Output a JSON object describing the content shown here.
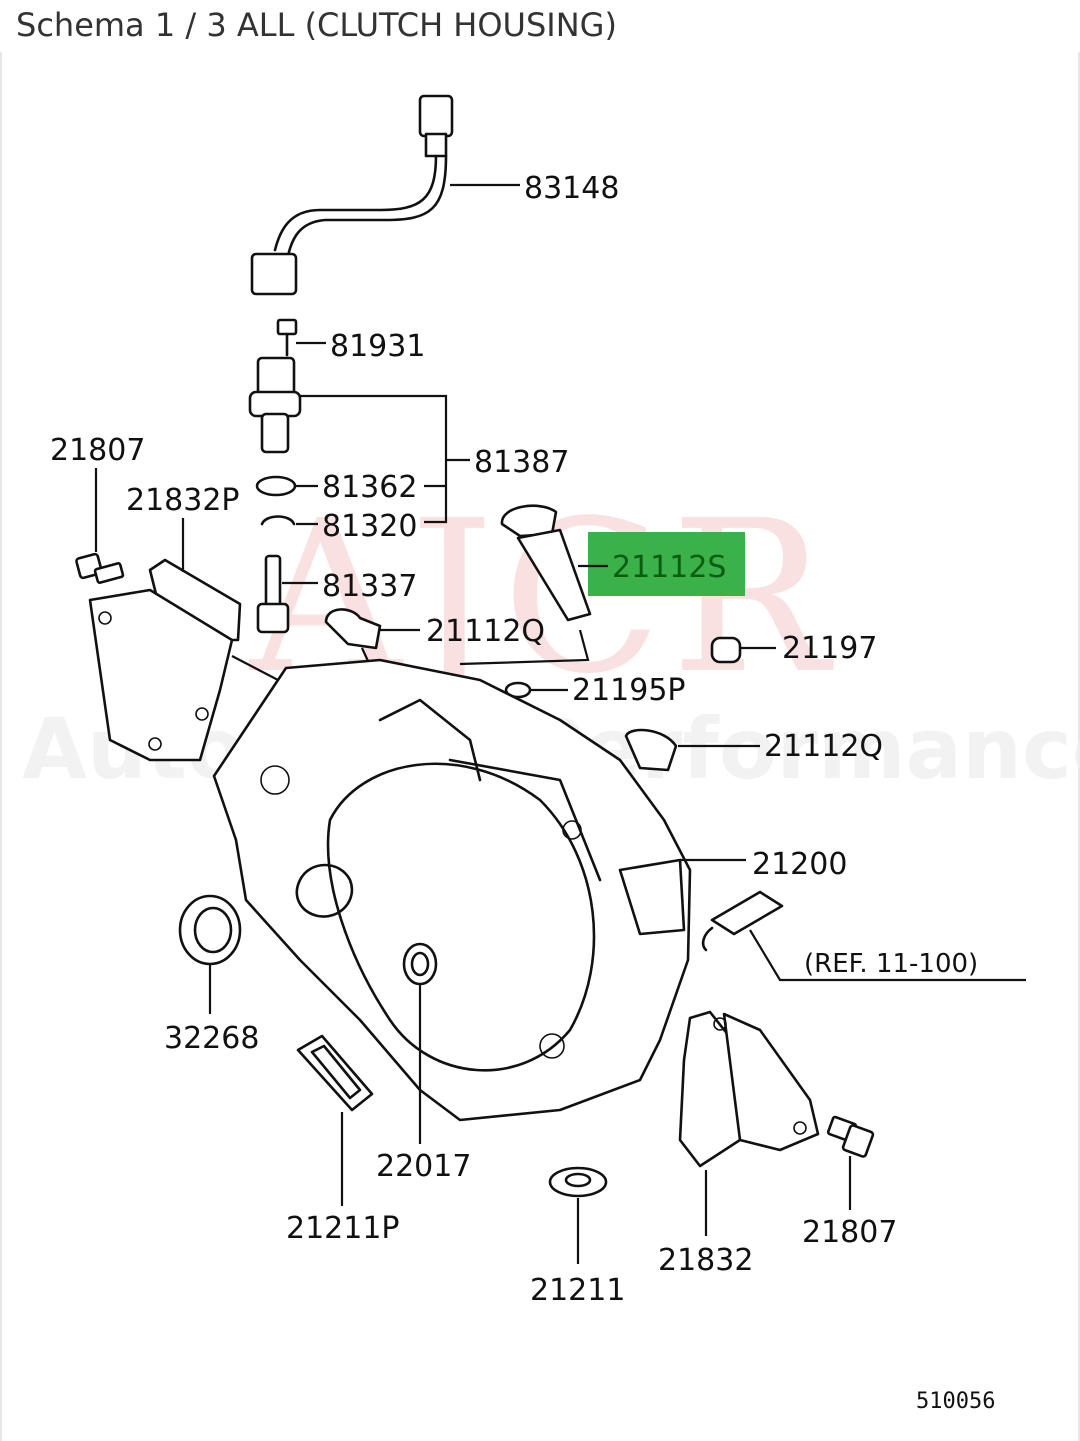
{
  "header": {
    "title": "Schema 1 / 3 ALL (CLUTCH HOUSING)"
  },
  "watermark": {
    "brand": "AJCR",
    "tagline": "Autoparts Performance"
  },
  "colors": {
    "highlight": "#3bb14a",
    "watermark": "#f6c9c9",
    "line": "#111111"
  },
  "parts": {
    "p83148": "83148",
    "p81931": "81931",
    "p21807_top": "21807",
    "p81387": "81387",
    "p21832P": "21832P",
    "p81362": "81362",
    "p81320": "81320",
    "p21112S": "21112S",
    "p81337": "81337",
    "p21112Q_top": "21112Q",
    "p21197": "21197",
    "p21195P": "21195P",
    "p21112Q_side": "21112Q",
    "p21200": "21200",
    "ref": "(REF. 11-100)",
    "p32268": "32268",
    "p22017": "22017",
    "p21211P": "21211P",
    "p21832": "21832",
    "p21807_bottom": "21807",
    "p21211": "21211"
  },
  "highlighted_part": "21112S",
  "diagram_code": "510056"
}
